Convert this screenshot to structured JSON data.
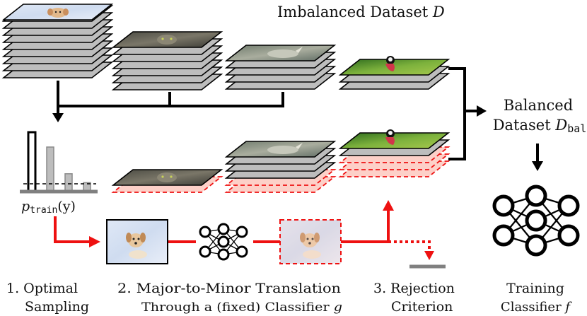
{
  "title": {
    "text": "Imbalanced Dataset ",
    "symbol": "D"
  },
  "balanced": {
    "line1": "Balanced",
    "line2_text": "Dataset ",
    "symbol": "D",
    "subscript": "bal"
  },
  "histogram": {
    "label_p": "p",
    "label_sub": "train",
    "label_arg": "(y)",
    "values": [
      1.0,
      0.75,
      0.3,
      0.15
    ]
  },
  "steps": {
    "step1": {
      "line1": "1.  Optimal",
      "line2": "Sampling"
    },
    "step2": {
      "line1": "2.  Major-to-Minor Translation",
      "line2_text": "Through a (fixed) Classifier ",
      "line2_symbol": "g"
    },
    "step3": {
      "line1": "3.  Rejection",
      "line2": "Criterion"
    },
    "step4": {
      "line1": "Training",
      "line2_text": "Classifier ",
      "line2_symbol": "f"
    }
  },
  "colors": {
    "accent_red": "#ee1111",
    "stack_gray": "#bdbdbd",
    "stack_pink": "#fdd0c8",
    "black": "#000000"
  },
  "image_subjects": [
    "puppy",
    "cat",
    "rhinoceros",
    "crowned-crane"
  ]
}
